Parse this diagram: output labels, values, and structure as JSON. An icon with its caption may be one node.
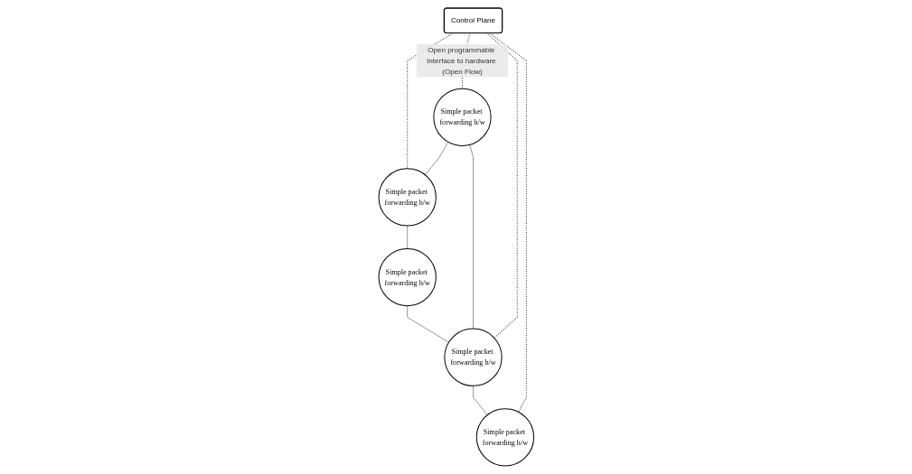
{
  "diagram": {
    "nodes": [
      {
        "text": [
          "Control Plane"
        ]
      },
      {
        "text": [
          "Simple packet forwarding h/w"
        ]
      },
      {
        "text": [
          "Simple packet forwarding h/w"
        ]
      },
      {
        "text": [
          "Simple packet forwarding h/w"
        ]
      },
      {
        "text": [
          "Simple packet forwarding h/w"
        ]
      },
      {
        "text": [
          "Simple packet forwarding h/w"
        ]
      }
    ],
    "edges": [
      {
        "from": 0,
        "to": 3,
        "arrow": "none",
        "style": "dashed"
      },
      {
        "from": 0,
        "to": 1,
        "arrow": "none",
        "style": "dashed",
        "label": "Open programmable Interface to hardware (Open Flow)"
      },
      {
        "from": 0,
        "to": 4,
        "arrow": "none",
        "style": "dashed"
      },
      {
        "from": 0,
        "to": 2,
        "arrow": "none",
        "style": "dashed"
      },
      {
        "from": 1,
        "to": 3,
        "arrow": "none"
      },
      {
        "from": 1,
        "to": 4,
        "arrow": "none"
      },
      {
        "from": 3,
        "to": 5,
        "arrow": "none"
      },
      {
        "from": 5,
        "to": 4,
        "arrow": "none"
      },
      {
        "from": 4,
        "to": 2,
        "arrow": "none"
      }
    ]
  }
}
